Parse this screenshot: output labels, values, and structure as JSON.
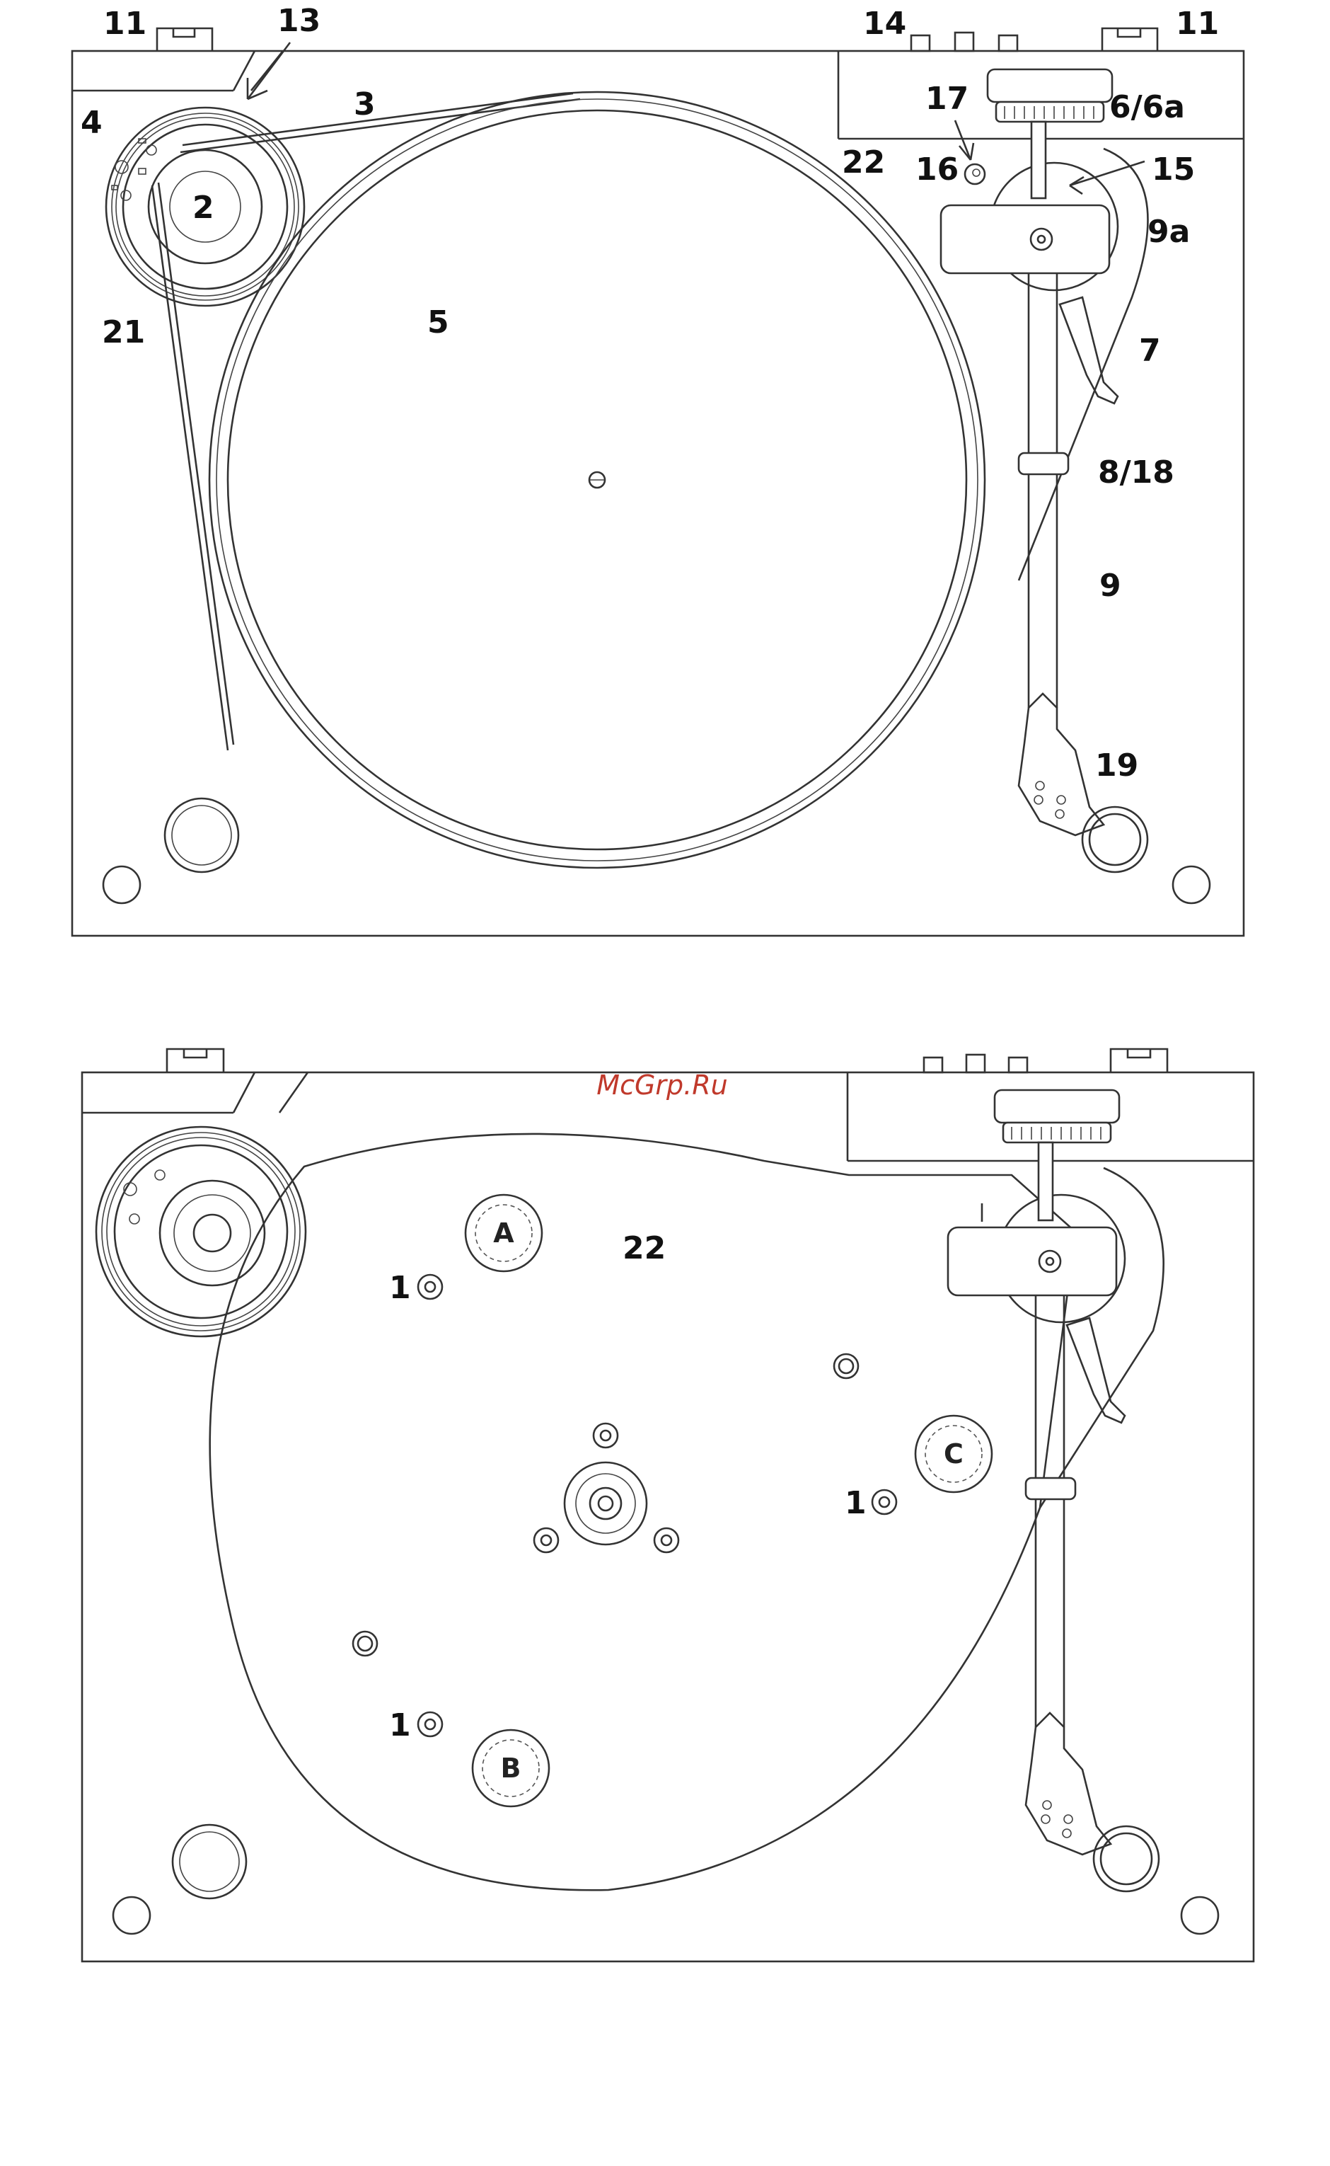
{
  "watermark": "McGrp.Ru",
  "top_diagram": {
    "labels": {
      "l11a": "11",
      "l13": "13",
      "l14": "14",
      "l11b": "11",
      "l4": "4",
      "l3": "3",
      "l17": "17",
      "l66a": "6/6a",
      "l22": "22",
      "l16": "16",
      "l15": "15",
      "l2": "2",
      "l9a": "9a",
      "l21": "21",
      "l5": "5",
      "l7": "7",
      "l818": "8/18",
      "l9": "9",
      "l19": "19"
    }
  },
  "bottom_diagram": {
    "labels": {
      "l22": "22",
      "l1a": "1",
      "l1b": "1",
      "l1c": "1",
      "lA": "A",
      "lB": "B",
      "lC": "C"
    }
  },
  "colors": {
    "line": "#333333",
    "watermark": "#c0392b"
  }
}
